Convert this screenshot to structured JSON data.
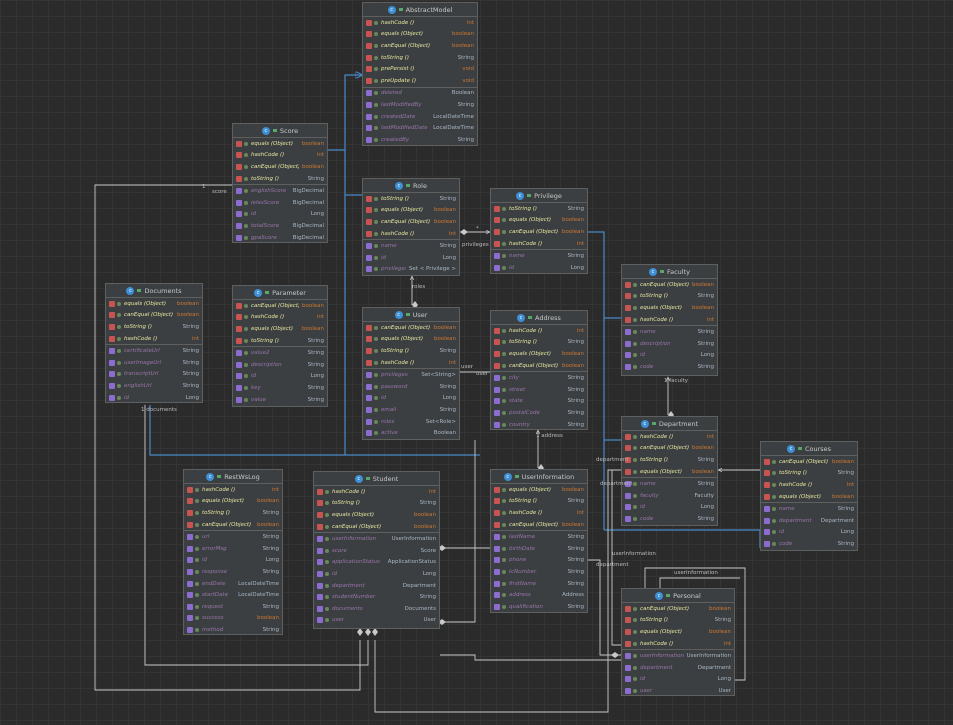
{
  "classes": [
    {
      "id": "abstractmodel",
      "name": "AbstractModel",
      "methods": [
        {
          "name": "hashCode ()",
          "type": "int"
        },
        {
          "name": "equals (Object)",
          "type": "boolean"
        },
        {
          "name": "canEqual (Object)",
          "type": "boolean"
        },
        {
          "name": "toString ()",
          "type": "String"
        },
        {
          "name": "prePersist ()",
          "type": "void"
        },
        {
          "name": "preUpdate ()",
          "type": "void"
        }
      ],
      "fields": [
        {
          "name": "deleted",
          "type": "Boolean"
        },
        {
          "name": "lastModifiedBy",
          "type": "String"
        },
        {
          "name": "createdDate",
          "type": "LocalDateTime"
        },
        {
          "name": "lastModifiedDate",
          "type": "LocalDateTime"
        },
        {
          "name": "createdBy",
          "type": "String"
        }
      ]
    },
    {
      "id": "score",
      "name": "Score",
      "methods": [
        {
          "name": "equals (Object)",
          "type": "boolean"
        },
        {
          "name": "hashCode ()",
          "type": "int"
        },
        {
          "name": "canEqual (Object)",
          "type": "boolean"
        },
        {
          "name": "toString ()",
          "type": "String"
        }
      ],
      "fields": [
        {
          "name": "englishScore",
          "type": "BigDecimal"
        },
        {
          "name": "ielesScore",
          "type": "BigDecimal"
        },
        {
          "name": "id",
          "type": "Long"
        },
        {
          "name": "totalScore",
          "type": "BigDecimal"
        },
        {
          "name": "gpaScore",
          "type": "BigDecimal"
        }
      ]
    },
    {
      "id": "role",
      "name": "Role",
      "methods": [
        {
          "name": "toString ()",
          "type": "String"
        },
        {
          "name": "equals (Object)",
          "type": "boolean"
        },
        {
          "name": "canEqual (Object)",
          "type": "boolean"
        },
        {
          "name": "hashCode ()",
          "type": "int"
        }
      ],
      "fields": [
        {
          "name": "name",
          "type": "String"
        },
        {
          "name": "id",
          "type": "Long"
        },
        {
          "name": "privileges",
          "type": "Set < Privilege >"
        }
      ]
    },
    {
      "id": "privilege",
      "name": "Privilege",
      "methods": [
        {
          "name": "toString ()",
          "type": "String"
        },
        {
          "name": "equals (Object)",
          "type": "boolean"
        },
        {
          "name": "canEqual (Object)",
          "type": "boolean"
        },
        {
          "name": "hashCode ()",
          "type": "int"
        }
      ],
      "fields": [
        {
          "name": "name",
          "type": "String"
        },
        {
          "name": "id",
          "type": "Long"
        }
      ]
    },
    {
      "id": "faculty",
      "name": "Faculty",
      "methods": [
        {
          "name": "canEqual (Object)",
          "type": "boolean"
        },
        {
          "name": "toString ()",
          "type": "String"
        },
        {
          "name": "equals (Object)",
          "type": "boolean"
        },
        {
          "name": "hashCode ()",
          "type": "int"
        }
      ],
      "fields": [
        {
          "name": "name",
          "type": "String"
        },
        {
          "name": "description",
          "type": "String"
        },
        {
          "name": "id",
          "type": "Long"
        },
        {
          "name": "code",
          "type": "String"
        }
      ]
    },
    {
      "id": "documents",
      "name": "Documents",
      "methods": [
        {
          "name": "equals (Object)",
          "type": "boolean"
        },
        {
          "name": "canEqual (Object)",
          "type": "boolean"
        },
        {
          "name": "toString ()",
          "type": "String"
        },
        {
          "name": "hashCode ()",
          "type": "int"
        }
      ],
      "fields": [
        {
          "name": "certificateUrl",
          "type": "String"
        },
        {
          "name": "userImageUrl",
          "type": "String"
        },
        {
          "name": "transcriptUrl",
          "type": "String"
        },
        {
          "name": "englishUrl",
          "type": "String"
        },
        {
          "name": "id",
          "type": "Long"
        }
      ]
    },
    {
      "id": "parameter",
      "name": "Parameter",
      "methods": [
        {
          "name": "canEqual (Object)",
          "type": "boolean"
        },
        {
          "name": "hashCode ()",
          "type": "int"
        },
        {
          "name": "equals (Object)",
          "type": "boolean"
        },
        {
          "name": "toString ()",
          "type": "String"
        }
      ],
      "fields": [
        {
          "name": "value2",
          "type": "String"
        },
        {
          "name": "description",
          "type": "String"
        },
        {
          "name": "id",
          "type": "Long"
        },
        {
          "name": "key",
          "type": "String"
        },
        {
          "name": "value",
          "type": "String"
        }
      ]
    },
    {
      "id": "user",
      "name": "User",
      "methods": [
        {
          "name": "canEqual (Object)",
          "type": "boolean"
        },
        {
          "name": "equals (Object)",
          "type": "boolean"
        },
        {
          "name": "toString ()",
          "type": "String"
        },
        {
          "name": "hashCode ()",
          "type": "int"
        }
      ],
      "fields": [
        {
          "name": "privileges",
          "type": "Set<String>"
        },
        {
          "name": "password",
          "type": "String"
        },
        {
          "name": "id",
          "type": "Long"
        },
        {
          "name": "email",
          "type": "String"
        },
        {
          "name": "roles",
          "type": "Set<Role>"
        },
        {
          "name": "active",
          "type": "Boolean"
        }
      ]
    },
    {
      "id": "address",
      "name": "Address",
      "methods": [
        {
          "name": "hashCode ()",
          "type": "int"
        },
        {
          "name": "toString ()",
          "type": "String"
        },
        {
          "name": "equals (Object)",
          "type": "boolean"
        },
        {
          "name": "canEqual (Object)",
          "type": "boolean"
        }
      ],
      "fields": [
        {
          "name": "city",
          "type": "String"
        },
        {
          "name": "street",
          "type": "String"
        },
        {
          "name": "state",
          "type": "String"
        },
        {
          "name": "postalCode",
          "type": "String"
        },
        {
          "name": "country",
          "type": "String"
        }
      ]
    },
    {
      "id": "department",
      "name": "Department",
      "methods": [
        {
          "name": "hashCode ()",
          "type": "int"
        },
        {
          "name": "canEqual (Object)",
          "type": "boolean"
        },
        {
          "name": "toString ()",
          "type": "String"
        },
        {
          "name": "equals (Object)",
          "type": "boolean"
        }
      ],
      "fields": [
        {
          "name": "name",
          "type": "String"
        },
        {
          "name": "faculty",
          "type": "Faculty"
        },
        {
          "name": "id",
          "type": "Long"
        },
        {
          "name": "code",
          "type": "String"
        }
      ]
    },
    {
      "id": "courses",
      "name": "Courses",
      "methods": [
        {
          "name": "canEqual (Object)",
          "type": "boolean"
        },
        {
          "name": "toString ()",
          "type": "String"
        },
        {
          "name": "hashCode ()",
          "type": "int"
        },
        {
          "name": "equals (Object)",
          "type": "boolean"
        }
      ],
      "fields": [
        {
          "name": "name",
          "type": "String"
        },
        {
          "name": "department",
          "type": "Department"
        },
        {
          "name": "id",
          "type": "Long"
        },
        {
          "name": "code",
          "type": "String"
        }
      ]
    },
    {
      "id": "restwslog",
      "name": "RestWsLog",
      "methods": [
        {
          "name": "hashCode ()",
          "type": "int"
        },
        {
          "name": "equals (Object)",
          "type": "boolean"
        },
        {
          "name": "toString ()",
          "type": "String"
        },
        {
          "name": "canEqual (Object)",
          "type": "boolean"
        }
      ],
      "fields": [
        {
          "name": "url",
          "type": "String"
        },
        {
          "name": "errorMsg",
          "type": "String"
        },
        {
          "name": "id",
          "type": "Long"
        },
        {
          "name": "response",
          "type": "String"
        },
        {
          "name": "endDate",
          "type": "LocalDateTime"
        },
        {
          "name": "startDate",
          "type": "LocalDateTime"
        },
        {
          "name": "request",
          "type": "String"
        },
        {
          "name": "success",
          "type": "boolean"
        },
        {
          "name": "method",
          "type": "String"
        }
      ]
    },
    {
      "id": "student",
      "name": "Student",
      "methods": [
        {
          "name": "hashCode ()",
          "type": "int"
        },
        {
          "name": "toString ()",
          "type": "String"
        },
        {
          "name": "equals (Object)",
          "type": "boolean"
        },
        {
          "name": "canEqual (Object)",
          "type": "boolean"
        }
      ],
      "fields": [
        {
          "name": "userInformation",
          "type": "UserInformation"
        },
        {
          "name": "score",
          "type": "Score"
        },
        {
          "name": "applicationStatus",
          "type": "ApplicationStatus"
        },
        {
          "name": "id",
          "type": "Long"
        },
        {
          "name": "department",
          "type": "Department"
        },
        {
          "name": "studentNumber",
          "type": "String"
        },
        {
          "name": "documents",
          "type": "Documents"
        },
        {
          "name": "user",
          "type": "User"
        }
      ]
    },
    {
      "id": "userinformation",
      "name": "UserInformation",
      "methods": [
        {
          "name": "equals (Object)",
          "type": "boolean"
        },
        {
          "name": "toString ()",
          "type": "String"
        },
        {
          "name": "hashCode ()",
          "type": "int"
        },
        {
          "name": "canEqual (Object)",
          "type": "boolean"
        }
      ],
      "fields": [
        {
          "name": "lastName",
          "type": "String"
        },
        {
          "name": "birthDate",
          "type": "String"
        },
        {
          "name": "phone",
          "type": "String"
        },
        {
          "name": "tcNumber",
          "type": "String"
        },
        {
          "name": "firstName",
          "type": "String"
        },
        {
          "name": "address",
          "type": "Address"
        },
        {
          "name": "qualification",
          "type": "String"
        }
      ]
    },
    {
      "id": "personal",
      "name": "Personal",
      "methods": [
        {
          "name": "canEqual (Object)",
          "type": "boolean"
        },
        {
          "name": "toString ()",
          "type": "String"
        },
        {
          "name": "equals (Object)",
          "type": "boolean"
        },
        {
          "name": "hashCode ()",
          "type": "int"
        }
      ],
      "fields": [
        {
          "name": "userInformation",
          "type": "UserInformation"
        },
        {
          "name": "department",
          "type": "Department"
        },
        {
          "name": "id",
          "type": "Long"
        },
        {
          "name": "user",
          "type": "User"
        }
      ]
    }
  ],
  "edge_labels": {
    "score": "score",
    "score_mult": "1",
    "privileges": "privileges",
    "privileges_mult": "*",
    "roles": "roles",
    "user_a": "user",
    "user_b": "user",
    "faculty": "1 faculty",
    "address": "1 address",
    "documents": "1 documents",
    "department_a": "department",
    "department_b": "department",
    "department_c": "department",
    "userinformation_a": "userInformation",
    "userinformation_b": "userInformation"
  },
  "colors": {
    "inheritance": "#4a88c7",
    "association": "#c8c8c8",
    "canvas": "#2b2b2b"
  }
}
